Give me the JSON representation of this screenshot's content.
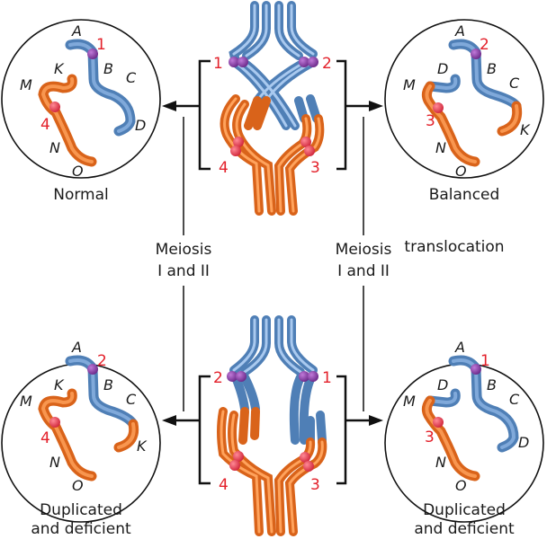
{
  "colors": {
    "blue": "#6f9fd4",
    "blue_dark": "#4f7fb6",
    "orange": "#f07d28",
    "orange_dark": "#d9631a",
    "purple": "#8b3fae",
    "red_centromere": "#e8384b",
    "label_red": "#e3202a",
    "line": "#111111"
  },
  "cells": {
    "top_left": {
      "caption": "Normal",
      "gene_labels": [
        "A",
        "B",
        "C",
        "D",
        "K",
        "M",
        "N",
        "O"
      ],
      "centromere_labels": [
        "1",
        "4"
      ]
    },
    "top_right": {
      "caption": "Balanced",
      "gene_labels": [
        "A",
        "B",
        "C",
        "K",
        "D",
        "M",
        "N",
        "O"
      ],
      "centromere_labels": [
        "2",
        "3"
      ]
    },
    "bottom_left": {
      "caption_line1": "Duplicated",
      "caption_line2": "and deficient",
      "gene_labels": [
        "A",
        "B",
        "C",
        "K",
        "K",
        "M",
        "N",
        "O"
      ],
      "centromere_labels": [
        "2",
        "4"
      ]
    },
    "bottom_right": {
      "caption_line1": "Duplicated",
      "caption_line2": "and deficient",
      "gene_labels": [
        "A",
        "B",
        "C",
        "D",
        "D",
        "M",
        "N",
        "O"
      ],
      "centromere_labels": [
        "1",
        "3"
      ]
    }
  },
  "quadrivalent_top": {
    "labels": [
      "1",
      "2",
      "4",
      "3"
    ]
  },
  "quadrivalent_bottom": {
    "labels": [
      "2",
      "1",
      "4",
      "3"
    ]
  },
  "process_left": {
    "line1": "Meiosis",
    "line2": "I and II"
  },
  "process_right": {
    "line1": "Meiosis",
    "line2": "I and II"
  },
  "note": "translocation"
}
